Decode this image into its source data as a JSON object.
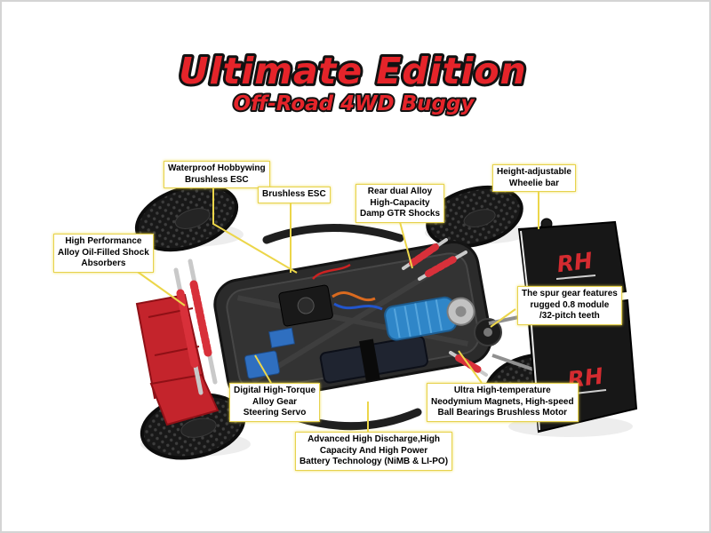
{
  "title": {
    "line1": "Ultimate Edition",
    "line2": "Off-Road 4WD Buggy"
  },
  "colors": {
    "title_red": "#e5242a",
    "callout_line_yellow": "#ecd64a",
    "wing_logo_red": "#d42b30"
  },
  "wing": {
    "logo": "RH"
  },
  "callouts": [
    {
      "text": "Waterproof Hobbywing\nBrushless ESC"
    },
    {
      "text": "Brushless ESC"
    },
    {
      "text": "Rear dual Alloy\nHigh-Capacity\nDamp GTR Shocks"
    },
    {
      "text": "Height-adjustable\nWheelie bar"
    },
    {
      "text": "High Performance\nAlloy Oil-Filled Shock\nAbsorbers"
    },
    {
      "text": "The spur gear features\nrugged 0.8 module\n/32-pitch teeth"
    },
    {
      "text": "Digital High-Torque\nAlloy Gear\nSteering Servo"
    },
    {
      "text": "Ultra High-temperature\nNeodymium Magnets, High-speed\nBall Bearings Brushless Motor"
    },
    {
      "text": "Advanced High Discharge,High\nCapacity And High Power\nBattery Technology (NiMB & LI-PO)"
    }
  ]
}
